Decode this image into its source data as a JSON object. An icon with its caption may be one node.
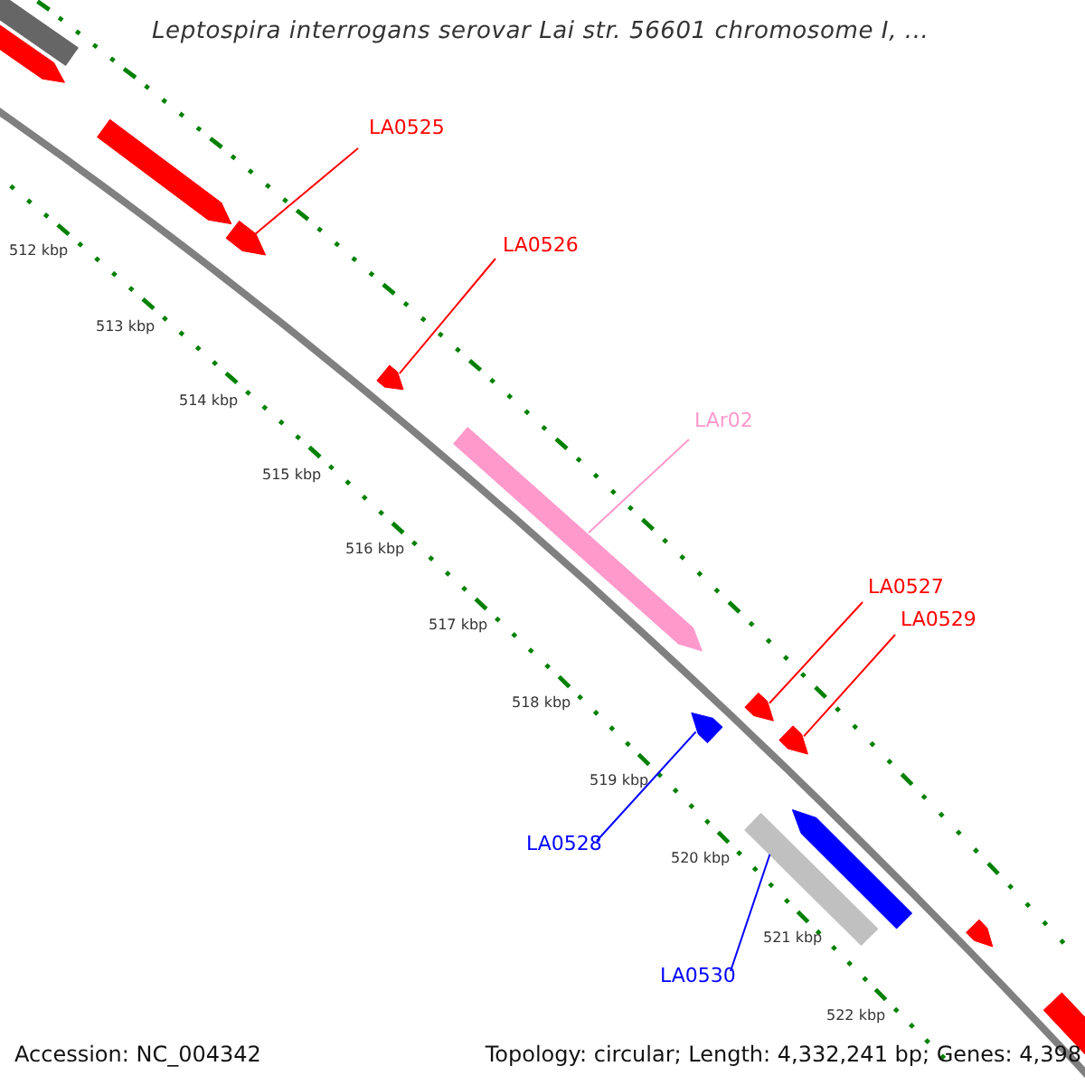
{
  "diagram": {
    "title": "Leptospira interrogans serovar Lai str. 56601 chromosome I, ...",
    "nodes": [
      {
        "text": [
          "LA0525"
        ]
      },
      {
        "text": [],
        "shape": "arrow"
      },
      {
        "text": [
          "LA0526"
        ]
      },
      {
        "text": [],
        "shape": "arrow"
      },
      {
        "text": [
          "LAr02"
        ]
      },
      {
        "text": [],
        "shape": "arrow"
      },
      {
        "text": [
          "LA0527"
        ]
      },
      {
        "text": [],
        "shape": "arrow"
      },
      {
        "text": [
          "LA0529"
        ]
      },
      {
        "text": [],
        "shape": "arrow"
      },
      {
        "text": [
          "LA0528"
        ]
      },
      {
        "text": [],
        "shape": "arrow"
      },
      {
        "text": [
          "LA0530"
        ]
      },
      {
        "text": [],
        "shape": "bar"
      },
      {
        "text": [],
        "shape": "bar"
      },
      {
        "text": [],
        "shape": "arrow"
      },
      {
        "text": [],
        "shape": "arrow"
      },
      {
        "text": [],
        "shape": "arrow"
      },
      {
        "text": [],
        "shape": "arrow"
      },
      {
        "text": [],
        "shape": "arrow"
      }
    ],
    "edges": [
      {
        "from": 0,
        "to": 1,
        "arrow": "none"
      },
      {
        "from": 2,
        "to": 3,
        "arrow": "none"
      },
      {
        "from": 4,
        "to": 5,
        "arrow": "none",
        "color": "#ff99cc"
      },
      {
        "from": 6,
        "to": 7,
        "arrow": "none"
      },
      {
        "from": 8,
        "to": 9,
        "arrow": "none"
      },
      {
        "from": 10,
        "to": 11,
        "arrow": "none",
        "color": "#0000ff"
      },
      {
        "from": 12,
        "to": 13,
        "arrow": "none",
        "color": "#0000ff"
      }
    ],
    "labels": [
      "512 kbp",
      "513 kbp",
      "514 kbp",
      "515 kbp",
      "516 kbp",
      "517 kbp",
      "518 kbp",
      "519 kbp",
      "520 kbp",
      "521 kbp",
      "522 kbp",
      "Accession: NC_004342",
      "Topology: circular; Length: 4,332,241 bp; Genes: 4,398"
    ]
  }
}
